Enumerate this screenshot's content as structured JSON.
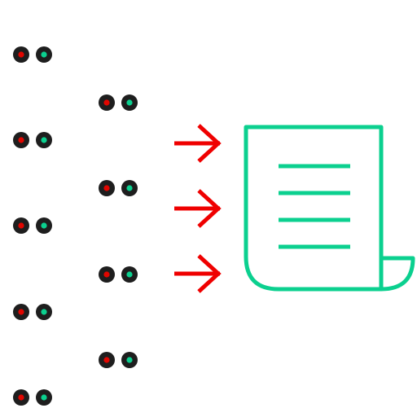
{
  "colors": {
    "background": "#ffffff",
    "node_body": "#1e1e1e",
    "node_left_dot": "#e10600",
    "node_right_dot": "#0bd08f",
    "arrow": "#ef0000",
    "document": "#0bd08f"
  },
  "icons": {
    "node": "node-pair-icon",
    "arrow": "arrow-right-icon",
    "document": "document-scroll-icon"
  },
  "nodes": {
    "count_left_column": 5,
    "count_right_column": 4
  },
  "arrows": {
    "count": 3
  },
  "document": {
    "text_lines": 4
  }
}
